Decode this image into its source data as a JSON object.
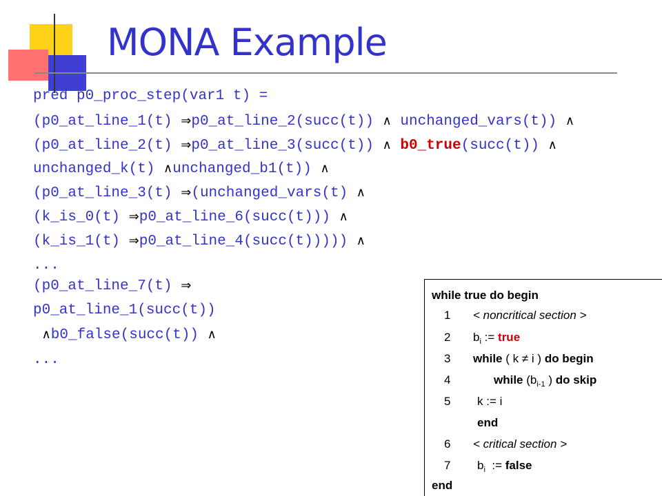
{
  "title": "MONA Example",
  "code": {
    "l1": "pred p0_proc_step(var1 t) =",
    "l2a": "(p0_at_line_1(t) ",
    "l2b": "p0_at_line_2(succ(t)) ",
    "l2c": "unchanged_vars(t)) ",
    "l3a": "(p0_at_line_2(t) ",
    "l3b": "p0_at_line_3(succ(t)) ",
    "l3c": "b0_true",
    "l3d": "(succ(t)) ",
    "l4a": "unchanged_k(t) ",
    "l4b": "unchanged_b1(t)) ",
    "l5a": "(p0_at_line_3(t) ",
    "l5b": "(unchanged_vars(t) ",
    "l6a": "(k_is_0(t) ",
    "l6b": "p0_at_line_6(succ(t))) ",
    "l7a": "(k_is_1(t) ",
    "l7b": "p0_at_line_4(succ(t))))) ",
    "l8": "...",
    "l9a": "(p0_at_line_7(t) ",
    "l10": "p0_at_line_1(succ(t))",
    "l11": "b0_false(succ(t)) ",
    "l12": "..."
  },
  "symbols": {
    "implies": "⇒",
    "and": "∧",
    "neq": "≠"
  },
  "program": {
    "line1": "while true do begin",
    "n1": "1",
    "t1": "< noncritical section >",
    "n2": "2",
    "t2_var": "b",
    "t2_sub": "i",
    "t2_assign": " := ",
    "t2_val": "true",
    "n3": "3",
    "t3a": "while",
    "t3b": " ( k ",
    "t3c": " i ) ",
    "t3d": "do begin",
    "n4": "4",
    "t4a": "while",
    "t4b": " (b",
    "t4_sub": "i-1",
    "t4c": " ) ",
    "t4d": "do skip",
    "n5": "5",
    "t5": "k := i",
    "t5b": "end",
    "n6": "6",
    "t6": "< critical section >",
    "n7": "7",
    "t7_var": "b",
    "t7_sub": "i",
    "t7_assign": "  := ",
    "t7_val": "false",
    "t8": "end"
  },
  "colors": {
    "title": "#3333cc",
    "code": "#3333cc",
    "highlight": "#cc0000"
  }
}
